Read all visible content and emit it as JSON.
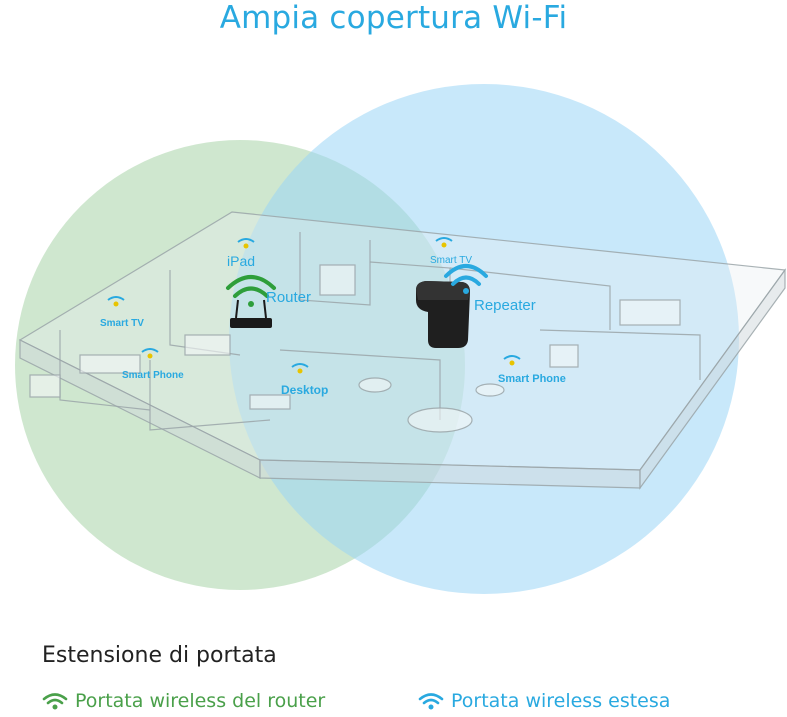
{
  "title": "Ampia copertura Wi-Fi",
  "colors": {
    "title": "#29a9e0",
    "router_coverage": "#a8d3a8",
    "extended_coverage": "#9bd6f5",
    "router_text": "#4aa04a",
    "extended_text": "#29a9e0"
  },
  "devices": {
    "router_label": "Router",
    "repeater_label": "Repeater",
    "ipad_label": "iPad",
    "smart_tv_left": "Smart TV",
    "smart_phone_left": "Smart Phone",
    "desktop_label": "Desktop",
    "smart_tv_right": "Smart TV",
    "smart_phone_right": "Smart Phone"
  },
  "legend": {
    "heading": "Estensione di portata",
    "router_range": "Portata wireless del router",
    "extended_range": "Portata wireless estesa",
    "router_icon": "wifi-icon",
    "extended_icon": "wifi-icon"
  }
}
